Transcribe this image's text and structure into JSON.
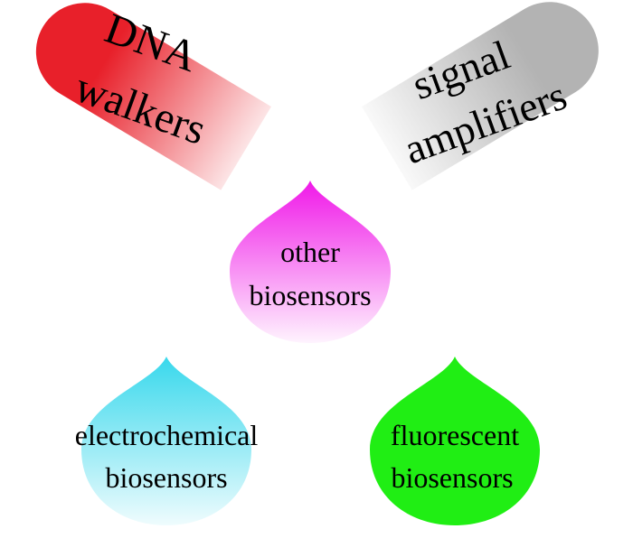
{
  "capsules": {
    "dna_walkers": {
      "line1": "DNA",
      "line2": "walkers",
      "color": "#e8202a"
    },
    "signal_amplifiers": {
      "line1": "signal",
      "line2": "amplifiers",
      "color": "#b3b3b3"
    }
  },
  "drops": {
    "other": {
      "line1": "other",
      "line2": "biosensors",
      "color": "#f018e8"
    },
    "electrochemical": {
      "line1": "electrochemical",
      "line2": "biosensors",
      "color": "#38d8ec"
    },
    "fluorescent": {
      "line1": "fluorescent",
      "line2": "biosensors",
      "color": "#20ee14"
    }
  }
}
